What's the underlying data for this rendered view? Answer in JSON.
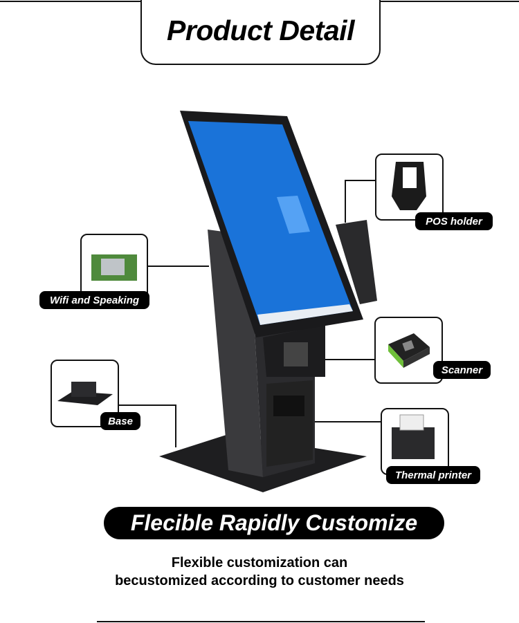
{
  "header": {
    "title": "Product Detail"
  },
  "callouts": {
    "pos_holder": "POS holder",
    "wifi": "Wifi and Speaking",
    "scanner": "Scanner",
    "base": "Base",
    "printer": "Thermal printer"
  },
  "banner": {
    "label": "Flecible Rapidly Customize"
  },
  "description": {
    "line1": "Flexible customization can",
    "line2": "becustomized according to customer needs"
  },
  "colors": {
    "screen": "#1a73d9",
    "body": "#2b2b2e",
    "label_bg": "#000000"
  }
}
